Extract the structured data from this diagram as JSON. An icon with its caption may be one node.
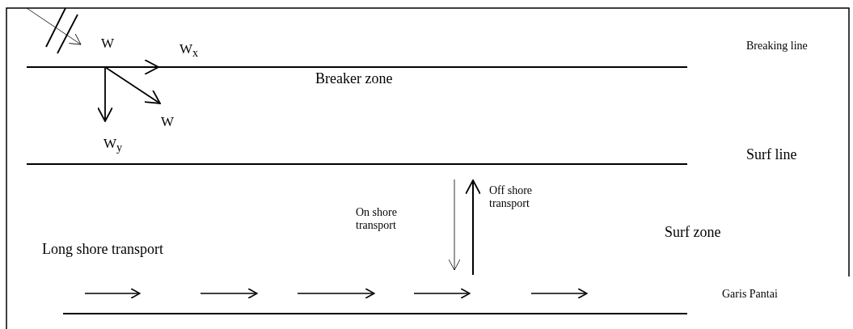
{
  "diagram": {
    "labels": [
      "W",
      "W$_{x}$",
      "Breaking line",
      "Breaker zone",
      "W",
      "W$_{y}$",
      "Surf line",
      "Off shore transport",
      "On shore transport",
      "Surf zone",
      "Long shore transport",
      "Garis Pantai"
    ]
  }
}
